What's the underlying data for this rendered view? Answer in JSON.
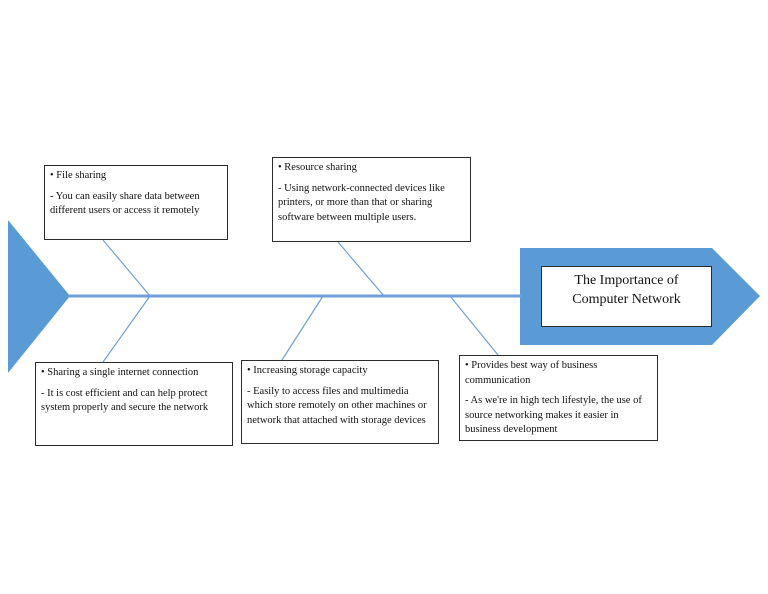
{
  "colors": {
    "accent": "#5b9bd5",
    "line": "#6f9fd8",
    "border": "#2b2b2b"
  },
  "head": {
    "title_line1": "The Importance of",
    "title_line2": "Computer Network"
  },
  "causes": [
    {
      "title": "• File sharing",
      "desc": " - You can easily share data between different users or access it remotely"
    },
    {
      "title": "• Resource sharing",
      "desc": " - Using network-connected devices like printers, or more than that or sharing software between multiple users."
    },
    {
      "title": "• Sharing a single internet connection",
      "desc": " - It is cost efficient and can help protect system properly and secure the network"
    },
    {
      "title": "• Increasing storage capacity",
      "desc": " - Easily to access files and multimedia which store remotely on other machines or network that attached with storage devices"
    },
    {
      "title": "• Provides best way of business communication",
      "desc": " - As we're in high tech lifestyle, the use of source networking makes it easier in business development"
    }
  ]
}
